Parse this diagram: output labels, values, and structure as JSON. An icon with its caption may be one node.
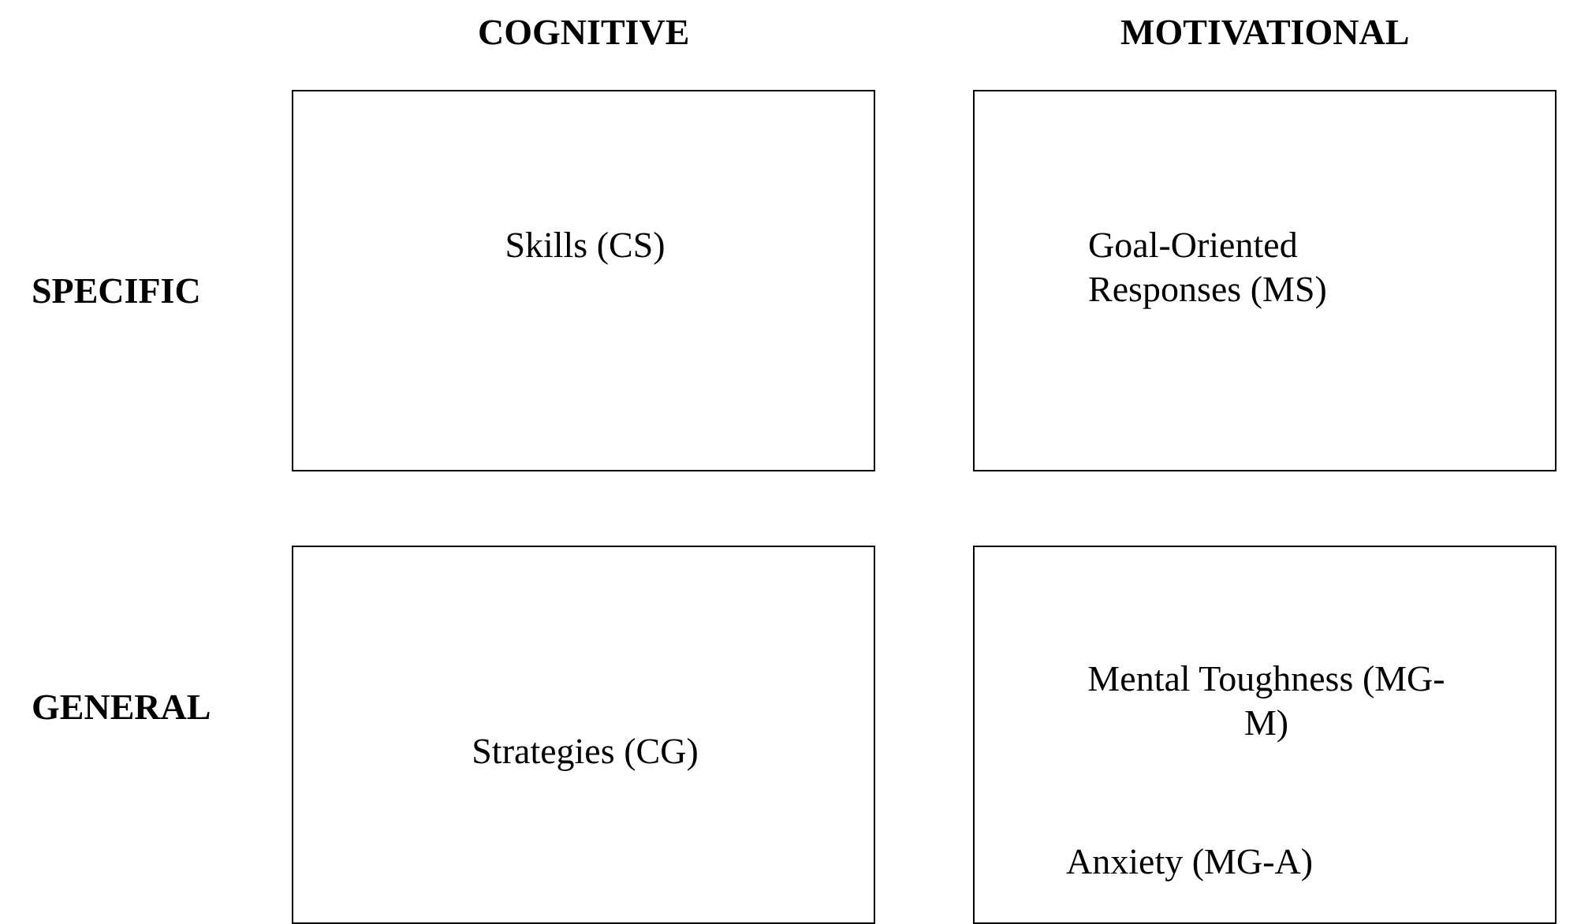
{
  "diagram": {
    "nodes": [
      {
        "text": [
          "Skills (CS)"
        ]
      },
      {
        "text": [
          "Goal-Oriented Responses (MS)"
        ]
      },
      {
        "text": [
          "Strategies (CG)"
        ]
      },
      {
        "text": [
          "Mental Toughness (MG-M)",
          "Anxiety (MG-A)"
        ]
      }
    ],
    "labels": [
      "COGNITIVE",
      "MOTIVATIONAL",
      "SPECIFIC",
      "GENERAL"
    ]
  }
}
